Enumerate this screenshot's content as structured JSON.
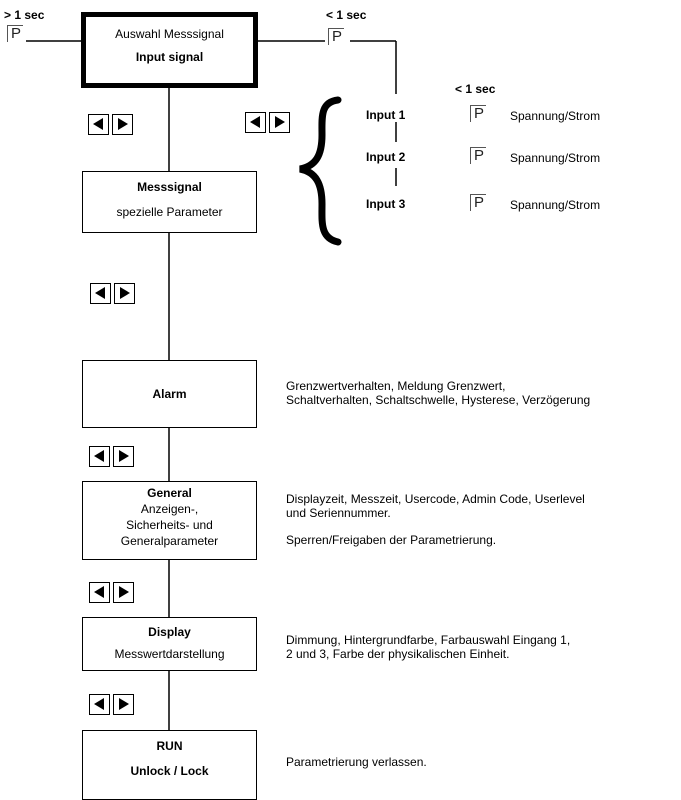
{
  "timings": {
    "long_press": "> 1 sec",
    "short_press_top": "< 1 sec",
    "short_press_inputs": "< 1 sec"
  },
  "p_key": "P",
  "boxes": {
    "input_signal": {
      "line1": "Auswahl Messsignal",
      "line2": "Input signal"
    },
    "messsignal": {
      "line1": "Messsignal",
      "line2": "spezielle Parameter"
    },
    "alarm": {
      "line1": "Alarm"
    },
    "general": {
      "line1": "General",
      "line2": "Anzeigen-,",
      "line3": "Sicherheits- und",
      "line4": "Generalparameter"
    },
    "display": {
      "line1": "Display",
      "line2": "Messwertdarstellung"
    },
    "run": {
      "line1": "RUN",
      "line2": "Unlock / Lock"
    }
  },
  "inputs": [
    {
      "label": "Input 1",
      "desc": "Spannung/Strom"
    },
    {
      "label": "Input 2",
      "desc": "Spannung/Strom"
    },
    {
      "label": "Input 3",
      "desc": "Spannung/Strom"
    }
  ],
  "descriptions": {
    "alarm_1": "Grenzwertverhalten, Meldung Grenzwert,",
    "alarm_2": "Schaltverhalten, Schaltschwelle, Hysterese, Verzögerung",
    "general_1": "Displayzeit, Messzeit, Usercode, Admin Code, Userlevel",
    "general_2": "und Seriennummer.",
    "general_3": "Sperren/Freigaben der Parametrierung.",
    "display_1": "Dimmung, Hintergrundfarbe, Farbauswahl Eingang 1,",
    "display_2": "2 und 3, Farbe der physikalischen Einheit.",
    "run_1": "Parametrierung verlassen."
  },
  "icons": {
    "nav_left": "left-arrow-icon",
    "nav_right": "right-arrow-icon",
    "brace": "curly-brace-icon"
  }
}
